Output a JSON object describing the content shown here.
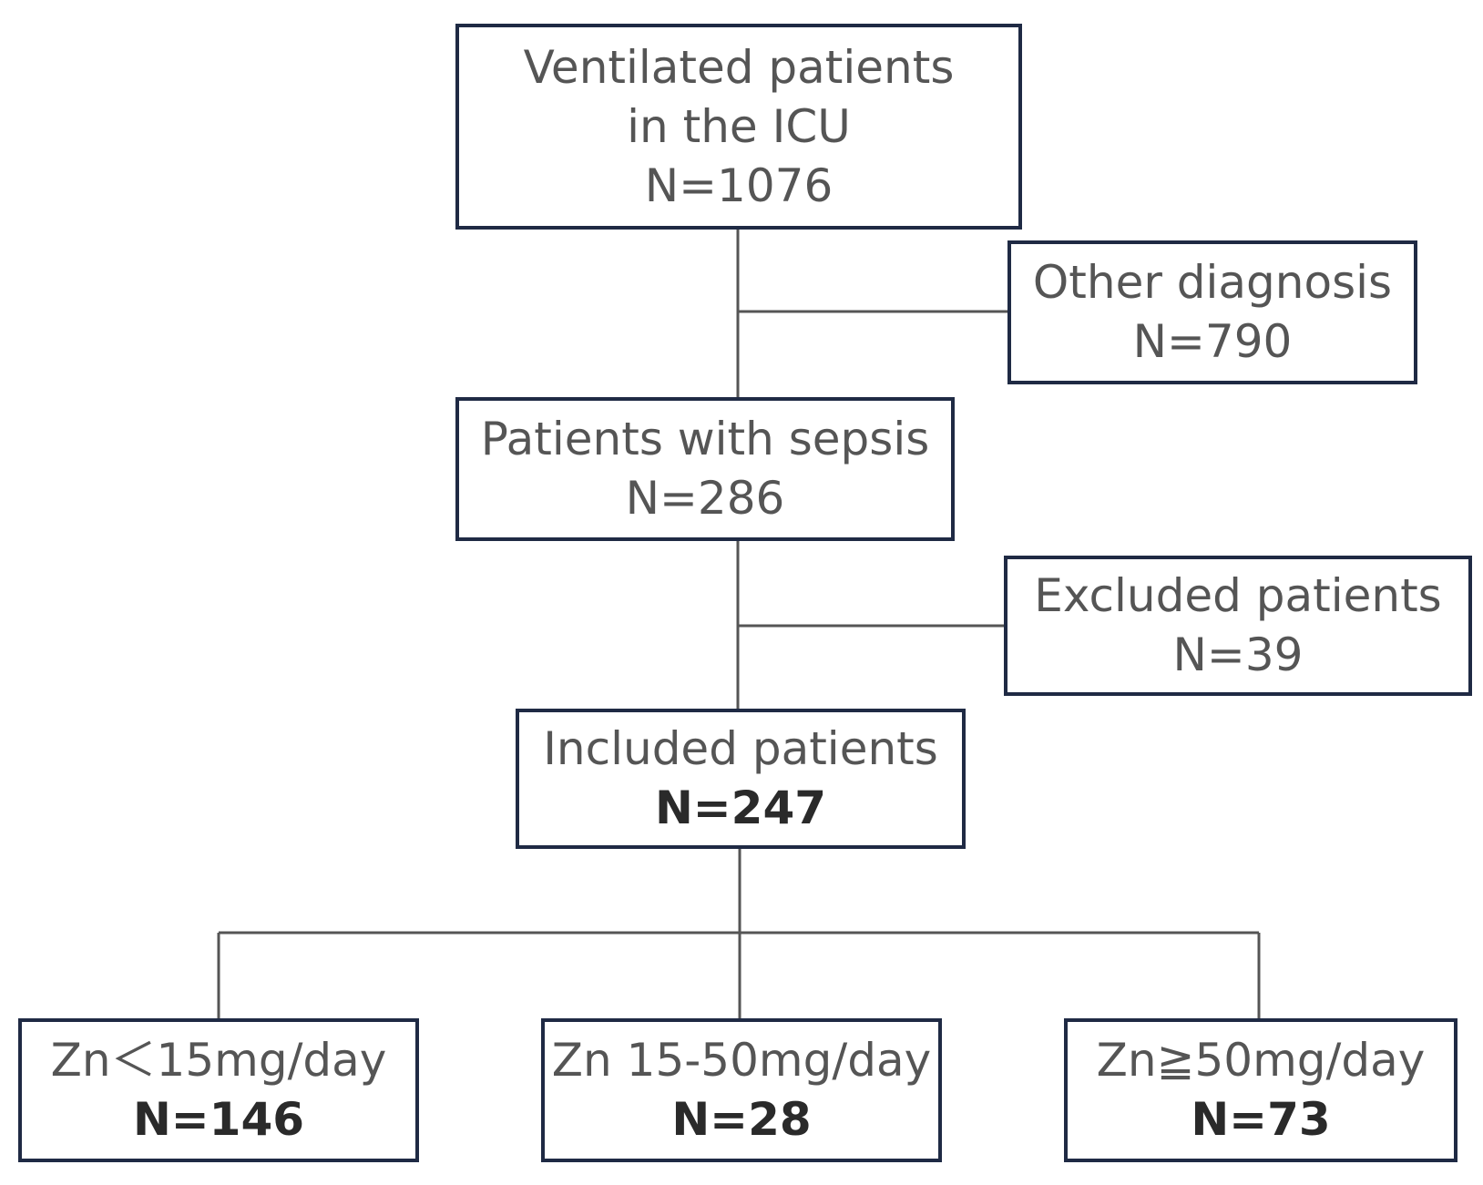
{
  "boxes": {
    "icu": {
      "line1": "Ventilated patients",
      "line2": "in the ICU",
      "count": "N=1076"
    },
    "other_diagnosis": {
      "label": "Other diagnosis",
      "count": "N=790"
    },
    "sepsis": {
      "label": "Patients with sepsis",
      "count": "N=286"
    },
    "excluded": {
      "label": "Excluded patients",
      "count": "N=39"
    },
    "included": {
      "label": "Included patients",
      "count": "N=247"
    },
    "zn_low": {
      "label": "Zn＜15mg/day",
      "count": "N=146"
    },
    "zn_mid": {
      "label": "Zn 15-50mg/day",
      "count": "N=28"
    },
    "zn_high": {
      "label": "Zn≧50mg/day",
      "count": "N=73"
    }
  }
}
